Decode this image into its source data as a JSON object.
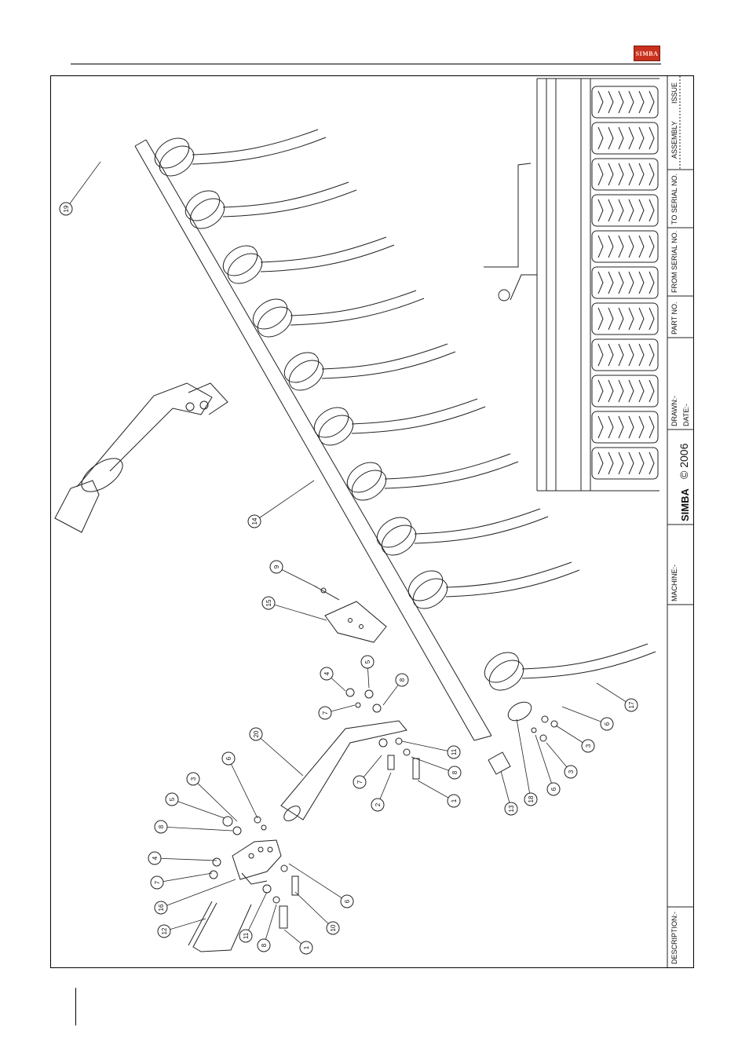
{
  "header": {
    "logo_text": "SIMBA"
  },
  "title_block": {
    "issue": "ISSUE",
    "assembly": "ASSEMBLY",
    "to_serial": "TO SERIAL NO.",
    "from_serial": "FROM SERIAL NO.",
    "part_no": "PART NO.",
    "drawn": "DRAWN:-",
    "date": "DATE:-",
    "copyright": "© 2006",
    "brand": "SIMBA",
    "machine": "MACHINE:-",
    "description": "DESCRIPTION:-"
  },
  "callouts": [
    {
      "id": "c19",
      "n": "19"
    },
    {
      "id": "c14",
      "n": "14"
    },
    {
      "id": "c9",
      "n": "9"
    },
    {
      "id": "c15",
      "n": "15"
    },
    {
      "id": "c4a",
      "n": "4"
    },
    {
      "id": "c5a",
      "n": "5"
    },
    {
      "id": "c8a",
      "n": "8"
    },
    {
      "id": "c7a",
      "n": "7"
    },
    {
      "id": "c20",
      "n": "20"
    },
    {
      "id": "c11a",
      "n": "11"
    },
    {
      "id": "c8b",
      "n": "8"
    },
    {
      "id": "c7b",
      "n": "7"
    },
    {
      "id": "c2",
      "n": "2"
    },
    {
      "id": "c1a",
      "n": "1"
    },
    {
      "id": "c17",
      "n": "17"
    },
    {
      "id": "c6a",
      "n": "6"
    },
    {
      "id": "c3a",
      "n": "3"
    },
    {
      "id": "c3b",
      "n": "3"
    },
    {
      "id": "c6b",
      "n": "6"
    },
    {
      "id": "c18",
      "n": "18"
    },
    {
      "id": "c13",
      "n": "13"
    },
    {
      "id": "c6c",
      "n": "6"
    },
    {
      "id": "c3c",
      "n": "3"
    },
    {
      "id": "c5b",
      "n": "5"
    },
    {
      "id": "c8c",
      "n": "8"
    },
    {
      "id": "c4b",
      "n": "4"
    },
    {
      "id": "c7c",
      "n": "7"
    },
    {
      "id": "c16",
      "n": "16"
    },
    {
      "id": "c12",
      "n": "12"
    },
    {
      "id": "c11b",
      "n": "11"
    },
    {
      "id": "c8d",
      "n": "8"
    },
    {
      "id": "c1b",
      "n": "1"
    },
    {
      "id": "c10",
      "n": "10"
    },
    {
      "id": "c6d",
      "n": "6"
    }
  ]
}
